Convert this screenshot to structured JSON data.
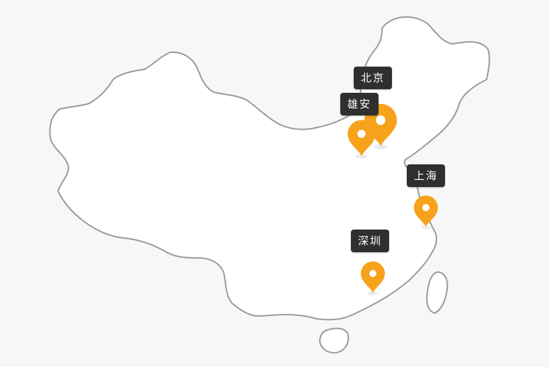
{
  "map": {
    "land_color": "#ffffff",
    "border_color": "#9a9a9a",
    "background_color": "#f7f7f7",
    "marker_color": "#f7a21b",
    "label_bg_color": "#2f2f2f",
    "label_text_color": "#ffffff"
  },
  "cities": [
    {
      "id": "beijing",
      "name": "北京",
      "icon": "map-pin-icon"
    },
    {
      "id": "xiongan",
      "name": "雄安",
      "icon": "map-pin-icon"
    },
    {
      "id": "shanghai",
      "name": "上海",
      "icon": "map-pin-icon"
    },
    {
      "id": "shenzhen",
      "name": "深圳",
      "icon": "map-pin-icon"
    }
  ]
}
